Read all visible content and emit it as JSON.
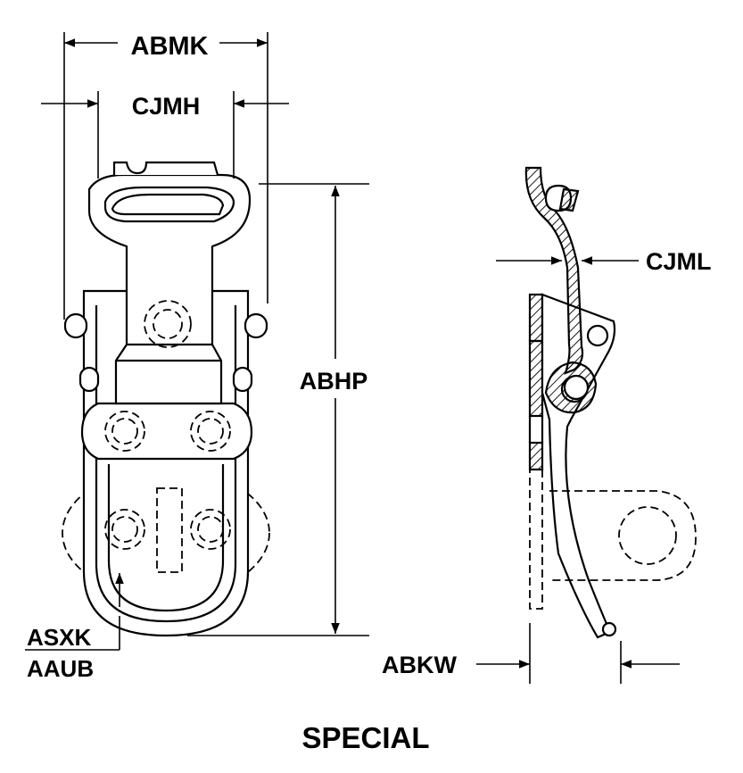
{
  "labels": {
    "width_overall": "ABMK",
    "width_inner": "CJMH",
    "height": "ABHP",
    "thickness": "CJML",
    "depth": "ABKW",
    "note_top": "ASXK",
    "note_bottom": "AAUB",
    "caption": "SPECIAL"
  }
}
